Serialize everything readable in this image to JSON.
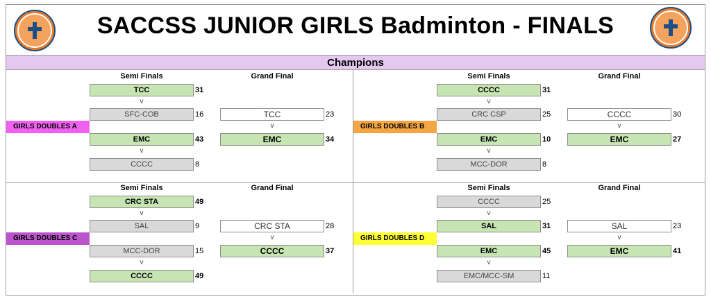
{
  "title": "SACCSS JUNIOR GIRLS Badminton - FINALS",
  "champions": "Champions",
  "headers": {
    "semi": "Semi Finals",
    "grand": "Grand Final"
  },
  "vs": "v",
  "logo_icon": "school-crest-icon",
  "colors": {
    "winner": "#c6e5b3",
    "loser": "#d9d9d9",
    "champions_bar": "#e5c8ef"
  },
  "sections": [
    {
      "label": "GIRLS DOUBLES A",
      "label_color": "#ef62ef",
      "semi1": {
        "top": {
          "name": "TCC",
          "score": "31",
          "win": true
        },
        "bottom": {
          "name": "SFC-COB",
          "score": "16",
          "win": false
        }
      },
      "semi2": {
        "top": {
          "name": "EMC",
          "score": "43",
          "win": true
        },
        "bottom": {
          "name": "CCCC",
          "score": "8",
          "win": false
        }
      },
      "final": {
        "top": {
          "name": "TCC",
          "score": "23",
          "win": false
        },
        "bottom": {
          "name": "EMC",
          "score": "34",
          "win": true
        }
      }
    },
    {
      "label": "GIRLS DOUBLES B",
      "label_color": "#f4a544",
      "semi1": {
        "top": {
          "name": "CCCC",
          "score": "31",
          "win": true
        },
        "bottom": {
          "name": "CRC CSP",
          "score": "25",
          "win": false
        }
      },
      "semi2": {
        "top": {
          "name": "EMC",
          "score": "10",
          "win": true
        },
        "bottom": {
          "name": "MCC-DOR",
          "score": "8",
          "win": false
        }
      },
      "final": {
        "top": {
          "name": "CCCC",
          "score": "30",
          "win": false
        },
        "bottom": {
          "name": "EMC",
          "score": "27",
          "win": true
        }
      }
    },
    {
      "label": "GIRLS DOUBLES C",
      "label_color": "#bb55cc",
      "semi1": {
        "top": {
          "name": "CRC STA",
          "score": "49",
          "win": true
        },
        "bottom": {
          "name": "SAL",
          "score": "9",
          "win": false
        }
      },
      "semi2": {
        "top": {
          "name": "MCC-DOR",
          "score": "15",
          "win": false
        },
        "bottom": {
          "name": "CCCC",
          "score": "49",
          "win": true
        }
      },
      "final": {
        "top": {
          "name": "CRC STA",
          "score": "28",
          "win": false
        },
        "bottom": {
          "name": "CCCC",
          "score": "37",
          "win": true
        }
      }
    },
    {
      "label": "GIRLS DOUBLES D",
      "label_color": "#ffff33",
      "semi1": {
        "top": {
          "name": "CCCC",
          "score": "25",
          "win": false
        },
        "bottom": {
          "name": "SAL",
          "score": "31",
          "win": true
        }
      },
      "semi2": {
        "top": {
          "name": "EMC",
          "score": "45",
          "win": true
        },
        "bottom": {
          "name": "EMC/MCC-SM",
          "score": "11",
          "win": false
        }
      },
      "final": {
        "top": {
          "name": "SAL",
          "score": "23",
          "win": false
        },
        "bottom": {
          "name": "EMC",
          "score": "41",
          "win": true
        }
      }
    }
  ]
}
